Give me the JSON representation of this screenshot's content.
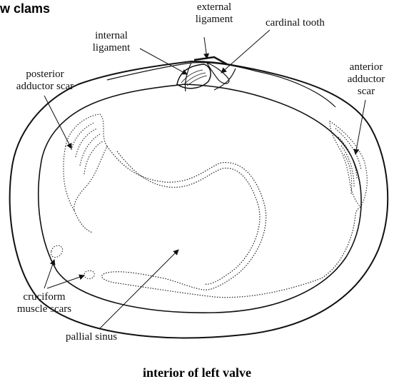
{
  "heading": "w clams",
  "labels": {
    "external_ligament": [
      "external",
      "ligament"
    ],
    "cardinal_tooth": "cardinal tooth",
    "internal_ligament": [
      "internal",
      "ligament"
    ],
    "posterior_adductor_scar": [
      "posterior",
      "adductor scar"
    ],
    "anterior_adductor_scar": [
      "anterior",
      "adductor",
      "scar"
    ],
    "cruciform_muscle_scars": [
      "cruciform",
      "muscle scars"
    ],
    "pallial_sinus": "pallial sinus"
  },
  "caption": "interior of left valve",
  "colors": {
    "ink": "#111111",
    "background": "#ffffff"
  }
}
